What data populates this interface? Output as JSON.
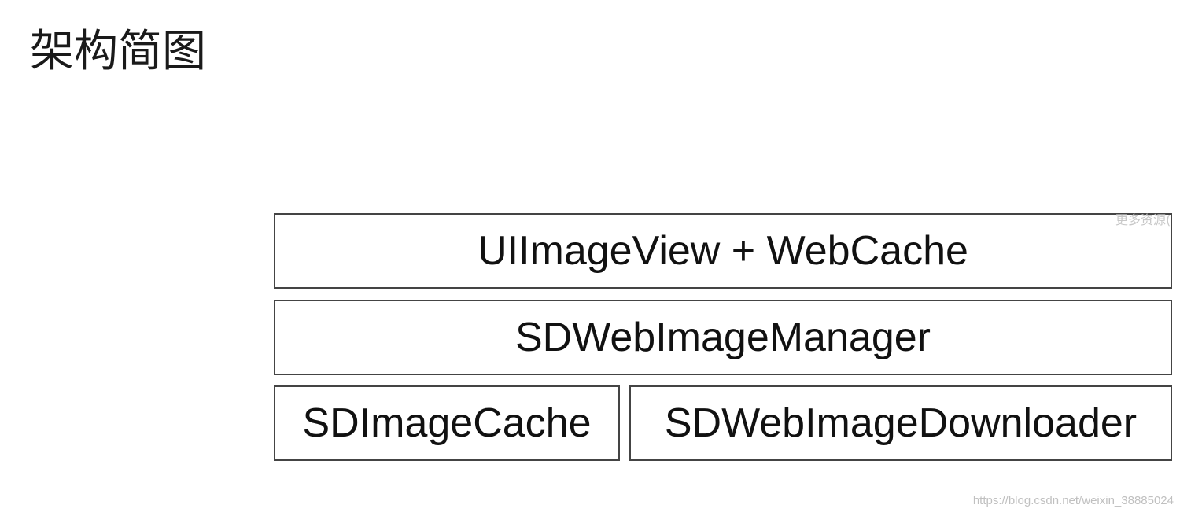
{
  "title": "架构简图",
  "diagram": {
    "layers": [
      {
        "label": "UIImageView + WebCache"
      },
      {
        "label": "SDWebImageManager"
      }
    ],
    "bottom": [
      {
        "label": "SDImageCache"
      },
      {
        "label": "SDWebImageDownloader"
      }
    ]
  },
  "side_note": "更多资源(",
  "watermark": "https://blog.csdn.net/weixin_38885024"
}
